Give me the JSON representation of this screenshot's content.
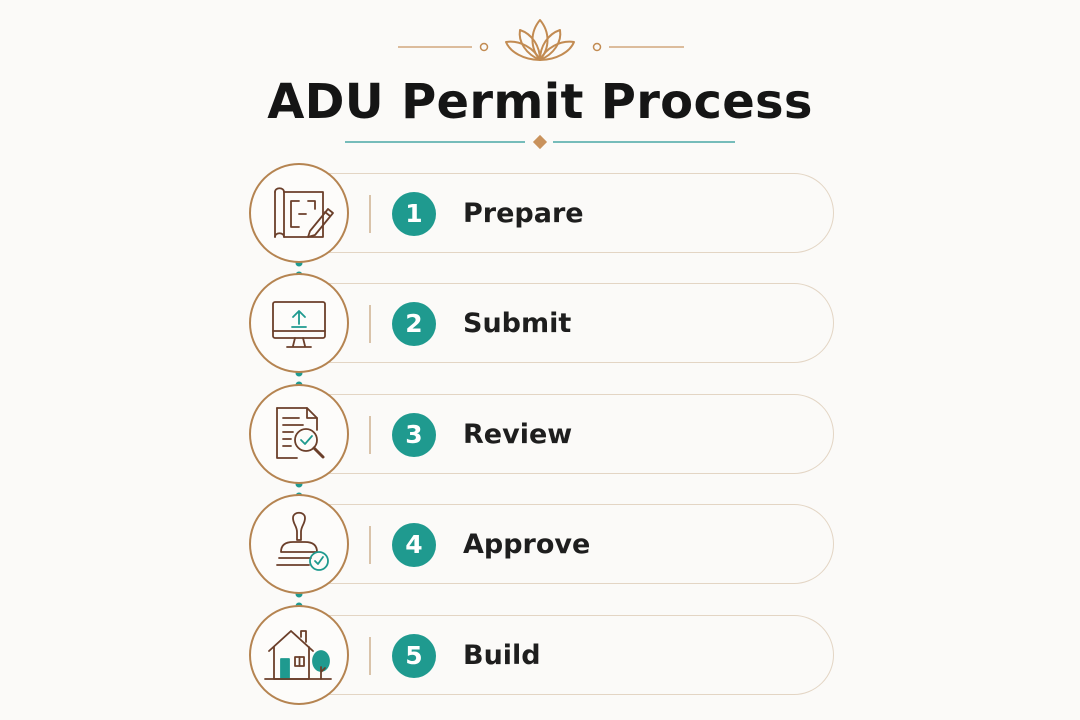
{
  "title": "ADU Permit Process",
  "colors": {
    "accent_teal": "#1f9a8f",
    "accent_bronze": "#b58451",
    "icon_stroke": "#6b3f2a",
    "background": "#fbfaf8"
  },
  "decoration": {
    "top_ornament": "lotus-icon",
    "title_ornament": "diamond-icon"
  },
  "steps": [
    {
      "number": "1",
      "label": "Prepare",
      "icon": "blueprint-pencil-icon"
    },
    {
      "number": "2",
      "label": "Submit",
      "icon": "monitor-upload-icon"
    },
    {
      "number": "3",
      "label": "Review",
      "icon": "document-magnifier-icon"
    },
    {
      "number": "4",
      "label": "Approve",
      "icon": "stamp-check-icon"
    },
    {
      "number": "5",
      "label": "Build",
      "icon": "house-tree-icon"
    }
  ]
}
